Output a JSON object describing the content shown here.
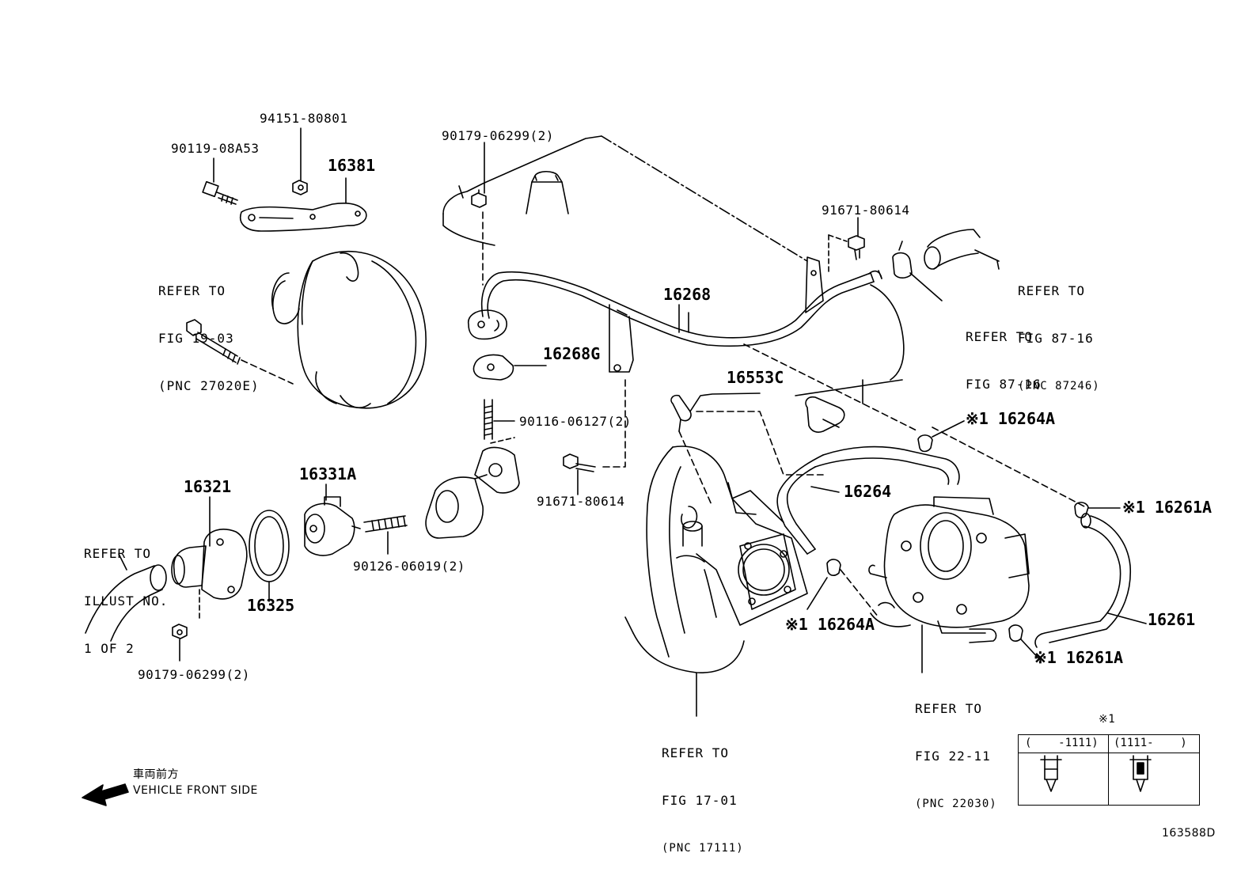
{
  "parts": {
    "p94151": "94151-80801",
    "p90119": "90119-08A53",
    "p16381": "16381",
    "p90179_top": "90179-06299(2)",
    "p91671_top": "91671-80614",
    "p16268": "16268",
    "p16268g": "16268G",
    "p16553c": "16553C",
    "p90116": "90116-06127(2)",
    "p91671_mid": "91671-80614",
    "p16264a_top": "※1 16264A",
    "p16264": "16264",
    "p16261a_top": "※1 16261A",
    "p16261": "16261",
    "p16264a_bot": "※1 16264A",
    "p16261a_bot": "※1 16261A",
    "p16321": "16321",
    "p16331a": "16331A",
    "p16325": "16325",
    "p90126": "90126-06019(2)",
    "p90179_bot": "90179-06299(2)"
  },
  "refs": {
    "r1": [
      "REFER TO",
      "FIG 19-03",
      "(PNC 27020E)"
    ],
    "r2": [
      "REFER TO",
      "FIG 87-16",
      "(PNC 87246)"
    ],
    "r3": [
      "REFER TO",
      "FIG 87-16"
    ],
    "r4": [
      "REFER TO",
      "ILLUST NO.",
      "1 OF 2"
    ],
    "r5": [
      "REFER TO",
      "FIG 22-11",
      "(PNC 22030)"
    ],
    "r6": [
      "REFER TO",
      "FIG 17-01",
      "(PNC 17111)"
    ]
  },
  "front": {
    "jp": "車両前方",
    "en": "VEHICLE FRONT SIDE"
  },
  "legend": {
    "mark": "※1",
    "col1": "(    -1111)",
    "col2": "(1111-    )"
  },
  "figure_id": "163588D"
}
